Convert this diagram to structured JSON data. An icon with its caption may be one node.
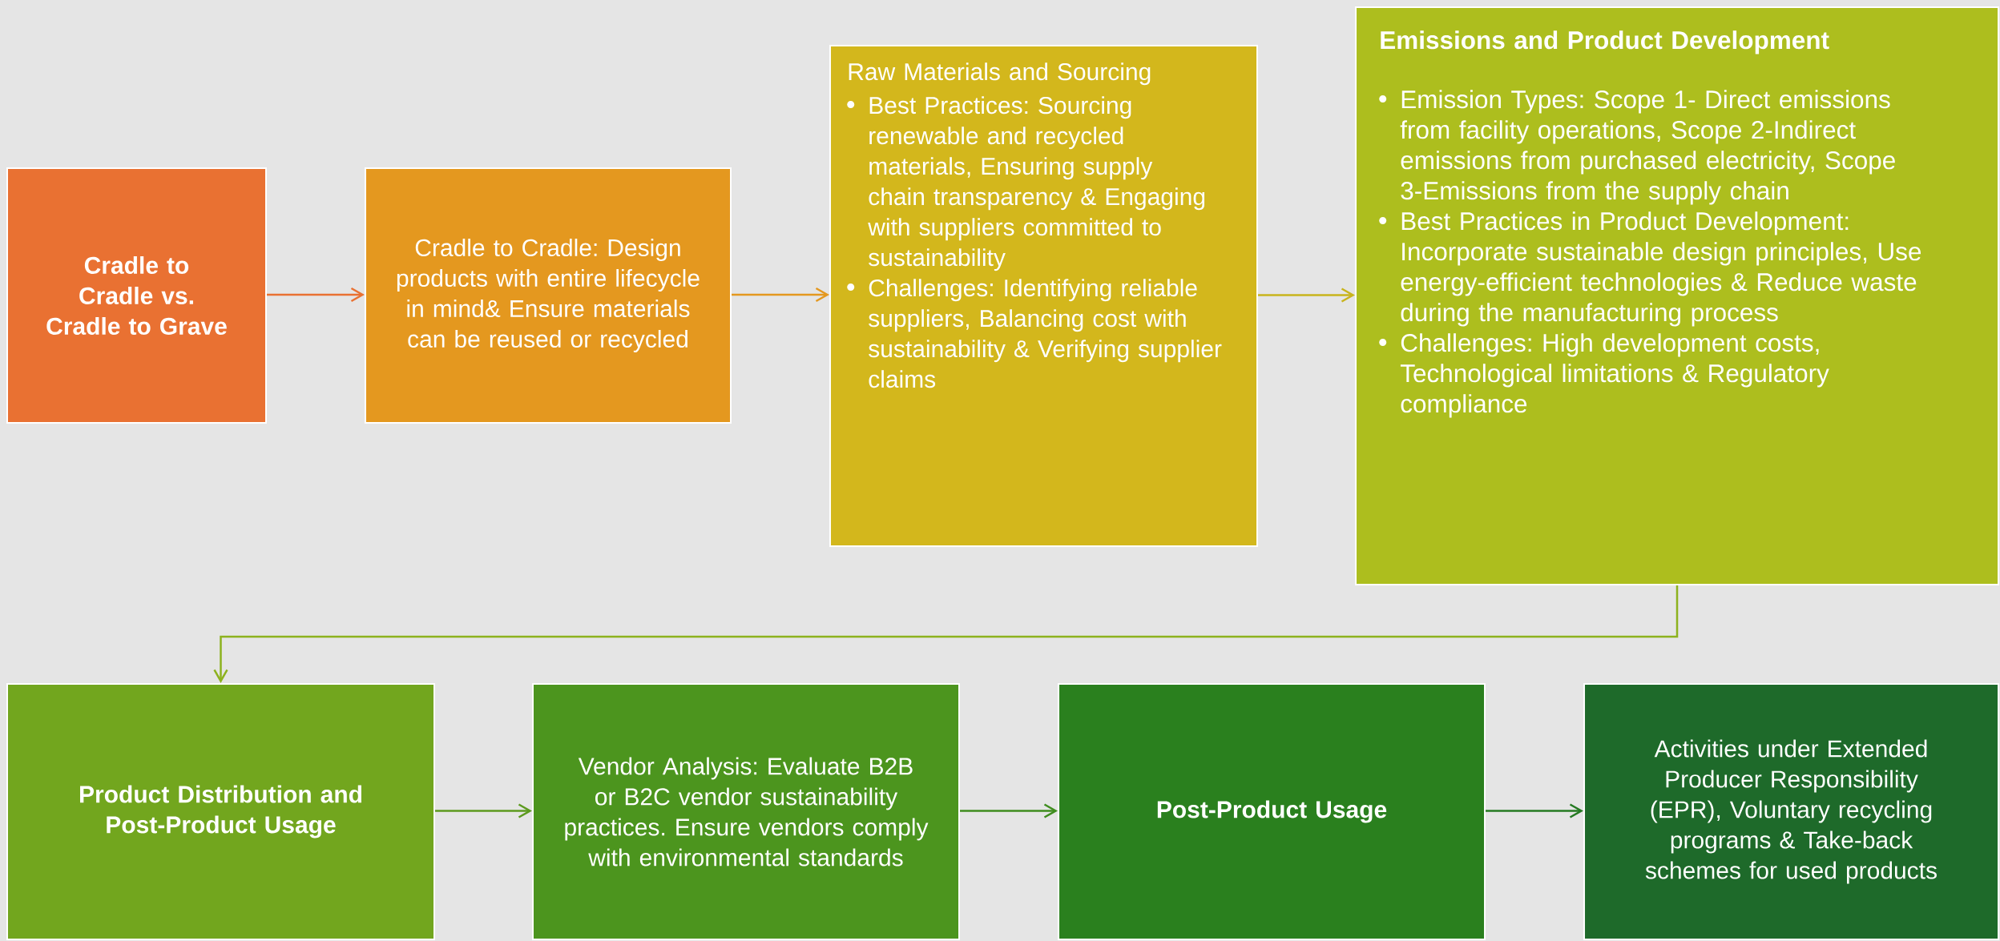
{
  "diagram": {
    "nodes": [
      {
        "text": [
          "Cradle to Cradle vs. Cradle to Grave"
        ]
      },
      {
        "text": [
          "Cradle to Cradle: Design products with entire lifecycle in mind& Ensure materials can be reused or recycled"
        ]
      },
      {
        "text": [
          "Raw Materials and Sourcing",
          "Best Practices: Sourcing renewable and recycled materials, Ensuring supply chain transparency & Engaging with suppliers committed to sustainability",
          "Challenges: Identifying reliable suppliers, Balancing cost with sustainability & Verifying supplier claims"
        ]
      },
      {
        "text": [
          "Emissions and Product Development",
          "Emission Types: Scope 1- Direct emissions from facility operations, Scope 2-Indirect emissions from purchased electricity, Scope 3-Emissions from the supply chain",
          "Best Practices in Product Development: Incorporate sustainable design principles, Use energy-efficient technologies & Reduce waste during the manufacturing process",
          "Challenges: High development costs, Technological limitations & Regulatory compliance"
        ]
      },
      {
        "text": [
          "Product Distribution and Post-Product Usage"
        ]
      },
      {
        "text": [
          "Vendor Analysis: Evaluate B2B or B2C vendor sustainability practices. Ensure vendors comply with environmental standards"
        ]
      },
      {
        "text": [
          "Post-Product Usage"
        ]
      },
      {
        "text": [
          "Activities under Extended Producer Responsibility (EPR), Voluntary recycling programs & Take-back schemes for used products"
        ]
      }
    ],
    "edges": [
      {
        "from": 0,
        "to": 1,
        "arrow": "to",
        "color": "#e97132"
      },
      {
        "from": 1,
        "to": 2,
        "arrow": "to",
        "color": "#e4981f"
      },
      {
        "from": 2,
        "to": 3,
        "arrow": "to",
        "color": "#c8b41c"
      },
      {
        "from": 3,
        "to": 4,
        "arrow": "to",
        "color": "#8db21e"
      },
      {
        "from": 4,
        "to": 5,
        "arrow": "to",
        "color": "#5c9a1e"
      },
      {
        "from": 5,
        "to": 6,
        "arrow": "to",
        "color": "#3f8d1e"
      },
      {
        "from": 6,
        "to": 7,
        "arrow": "to",
        "color": "#257a22"
      }
    ]
  }
}
